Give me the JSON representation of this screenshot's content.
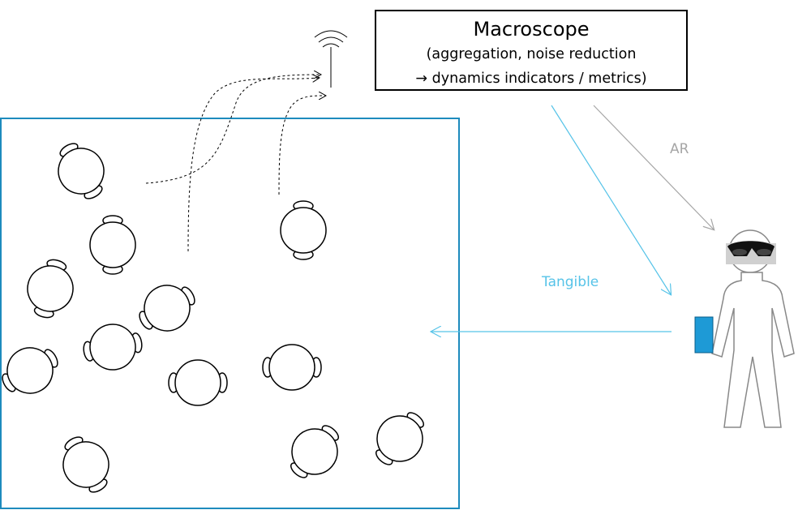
{
  "macroscope": {
    "title": "Macroscope",
    "line1": "(aggregation, noise reduction",
    "line2": "→ dynamics indicators / metrics)"
  },
  "labels": {
    "ar": "AR",
    "tangible": "Tangible"
  },
  "colors": {
    "area_border": "#1d8bbd",
    "tangible_arrow": "#56c3e8",
    "ar_arrow": "#a6a6a6",
    "tablet": "#1e9ad6"
  },
  "icons": [
    "antenna-icon",
    "person-icon",
    "glasses-icon",
    "tablet-icon"
  ]
}
